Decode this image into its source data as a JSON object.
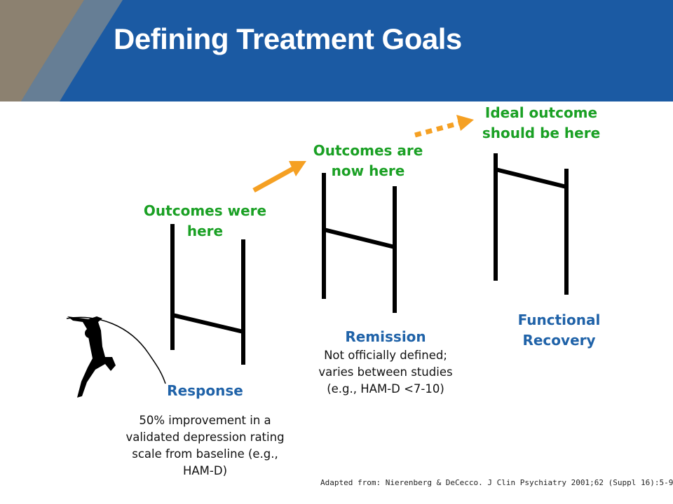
{
  "slide": {
    "title": "Defining Treatment Goals",
    "colors": {
      "header": "#1b5aa3",
      "header_accent": "#e9a347",
      "label_green": "#1aa024",
      "label_blue": "#1f62a8",
      "arrow": "#f5a023"
    }
  },
  "stages": {
    "response": {
      "status": "Outcomes were here",
      "status_lines": [
        "Outcomes were",
        "here"
      ],
      "name": "Response",
      "description_lines": [
        "50% improvement in a",
        "validated depression rating",
        "scale from baseline (e.g.,",
        "HAM-D)"
      ]
    },
    "remission": {
      "status": "Outcomes are now here",
      "status_lines": [
        "Outcomes are",
        "now here"
      ],
      "name": "Remission",
      "description_lines": [
        "Not officially defined;",
        "varies between studies",
        "(e.g., HAM-D <7-10)"
      ]
    },
    "functional_recovery": {
      "status": "Ideal outcome should be here",
      "status_lines": [
        "Ideal outcome",
        "should be here"
      ],
      "name_lines": [
        "Functional",
        "Recovery"
      ]
    }
  },
  "citation": "Adapted from: Nierenberg & DeCecco. J Clin Psychiatry 2001;62 (Suppl 16):5-9.",
  "icons": [
    "pole-vaulter-icon",
    "hurdle-icon",
    "solid-arrow-icon",
    "dotted-arrow-icon"
  ]
}
